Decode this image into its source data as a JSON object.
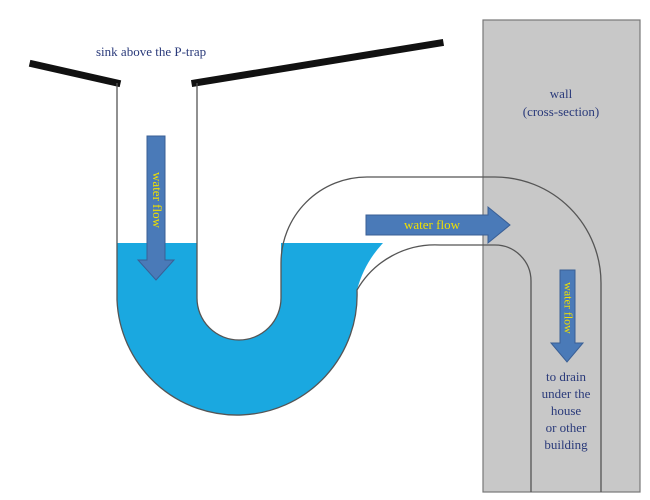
{
  "labels": {
    "sink": "sink above the P-trap",
    "wall_line1": "wall",
    "wall_line2": "(cross-section)",
    "flow_down": "water flow",
    "flow_right": "water flow",
    "flow_drain": "water flow",
    "drain_line1": "to drain",
    "drain_line2": "under the",
    "drain_line3": "house",
    "drain_line4": "or other",
    "drain_line5": "building"
  },
  "colors": {
    "water": "#1aa8e0",
    "arrow_fill": "#4a7ab8",
    "arrow_stroke": "#3a5f95",
    "arrow_text": "#f0e000",
    "wall_fill": "#c8c8c8",
    "pipe_outline": "#555555",
    "sink_edge": "#111111",
    "label_text": "#2a3a7a"
  }
}
